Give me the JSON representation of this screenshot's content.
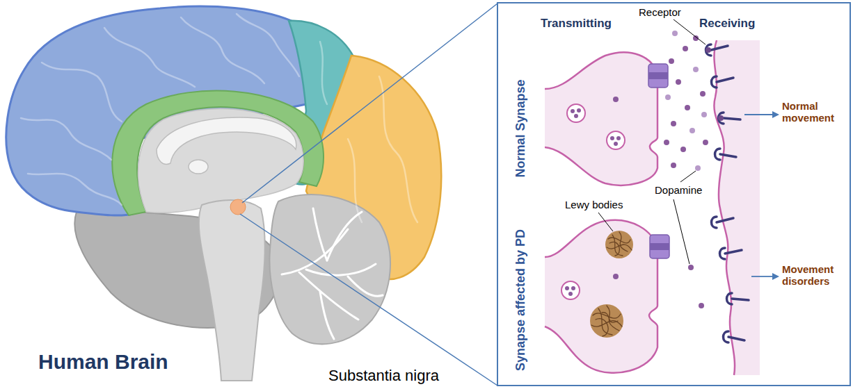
{
  "diagram": {
    "title": "Human Brain",
    "labels": [
      "Transmitting",
      "Receiving",
      "Receptor",
      "Normal Synapse",
      "Normal movement",
      "Dopamine",
      "Lewy bodies",
      "Synapse affected by PD",
      "Movement disorders",
      "Substantia nigra"
    ]
  }
}
